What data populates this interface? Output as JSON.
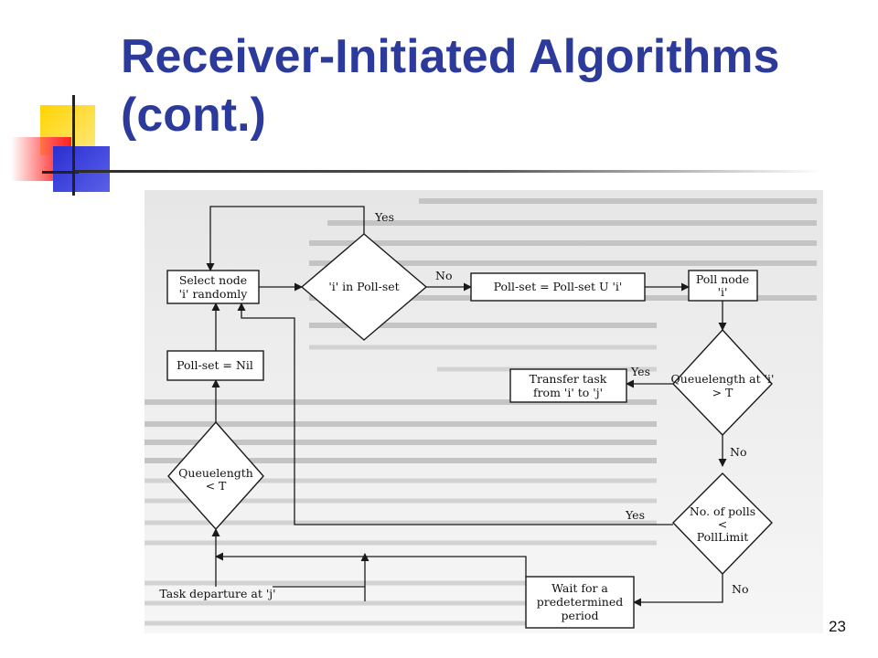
{
  "slide": {
    "title": "Receiver-Initiated Algorithms (cont.)",
    "page_number": "23"
  },
  "flowchart": {
    "nodes": {
      "select_node": [
        "Select node",
        "'i' randomly"
      ],
      "in_poll_set": [
        "'i' in Poll-set"
      ],
      "poll_set_union": [
        "Poll-set = Poll-set U 'i'"
      ],
      "poll_node": [
        "Poll node",
        "'i'"
      ],
      "queuelength_i": [
        "Queuelength at 'i'",
        "> T"
      ],
      "transfer_task": [
        "Transfer task",
        "from 'i' to 'j'"
      ],
      "num_polls": [
        "No. of polls",
        "<",
        "PollLimit"
      ],
      "wait_period": [
        "Wait for a",
        "predetermined",
        "period"
      ],
      "poll_set_nil": [
        "Poll-set = Nil"
      ],
      "queuelength_t": [
        "Queuelength",
        "< T"
      ],
      "task_departure": [
        "Task departure at 'j'"
      ]
    },
    "edges": {
      "yes_top": "Yes",
      "no_in_poll": "No",
      "yes_transfer": "Yes",
      "no_queue": "No",
      "yes_polls": "Yes",
      "no_polls": "No"
    }
  }
}
